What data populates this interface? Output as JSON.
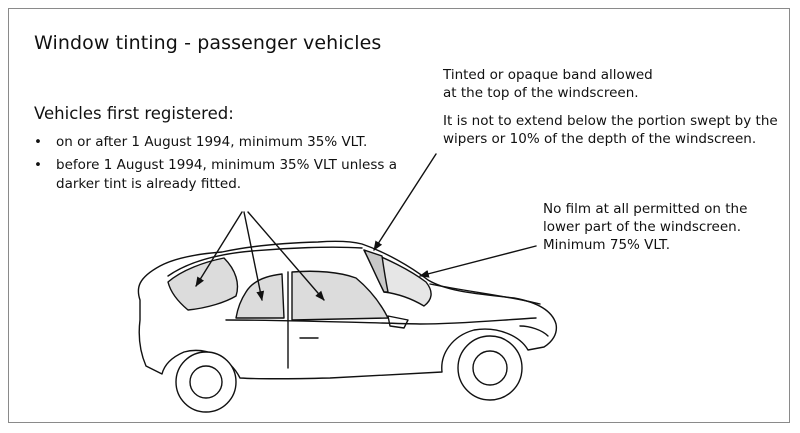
{
  "title": "Window tinting - passenger vehicles",
  "rules": {
    "heading": "Vehicles first registered:",
    "items": [
      "on or after 1 August 1994, minimum 35% VLT.",
      "before 1 August 1994, minimum 35% VLT unless a darker tint is already fitted."
    ]
  },
  "band_note": {
    "line1": "Tinted or opaque band allowed",
    "line2": "at the  top of the windscreen.",
    "line3": "It is not to extend below the portion swept by the wipers or 10% of the depth of the windscreen."
  },
  "windscreen_note": {
    "line1": "No film at all permitted on the lower part of the windscreen.",
    "line2": "Minimum 75% VLT."
  },
  "colors": {
    "tint_fill": "#dcdcdc",
    "line": "#111111",
    "frame_border": "#8a8a8a"
  }
}
